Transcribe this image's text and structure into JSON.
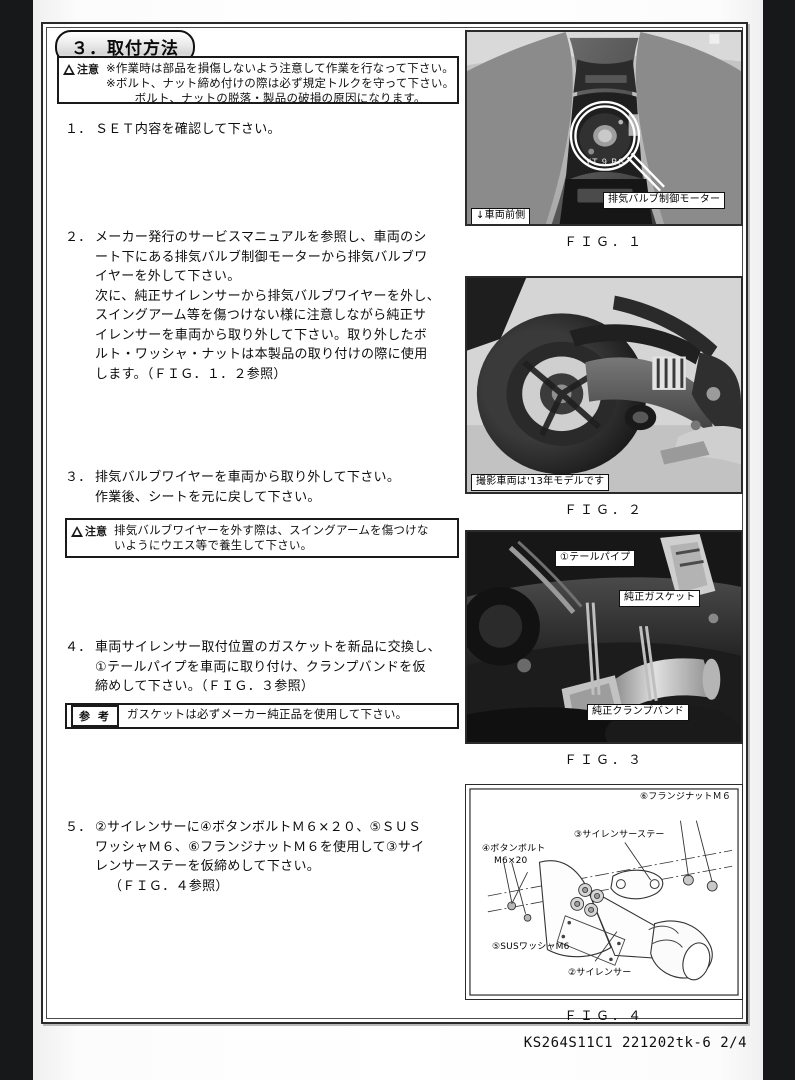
{
  "document": {
    "section_title": "３．取付方法",
    "footer_code": "KS264S11C1 221202tk-6 2/4"
  },
  "top_caution": {
    "tag": "注意",
    "lines": [
      "※作業時は部品を損傷しないよう注意して作業を行なって下さい。",
      "※ボルト、ナット締め付けの際は必ず規定トルクを守って下さい。",
      "ボルト、ナットの脱落・製品の破損の原因になります。"
    ]
  },
  "steps": [
    {
      "number": "１．",
      "lines": [
        "ＳＥＴ内容を確認して下さい。"
      ]
    },
    {
      "number": "２．",
      "lines": [
        "メーカー発行のサービスマニュアルを参照し、車両のシ",
        "ート下にある排気バルブ制御モーターから排気バルブワ",
        "イヤーを外して下さい。",
        "次に、純正サイレンサーから排気バルブワイヤーを外し、",
        "スイングアーム等を傷つけない様に注意しながら純正サ",
        "イレンサーを車両から取り外して下さい。取り外したボ",
        "ルト・ワッシャ・ナットは本製品の取り付けの際に使用",
        "します。（ＦＩＧ．１．２参照）"
      ]
    },
    {
      "number": "３．",
      "lines": [
        "排気バルブワイヤーを車両から取り外して下さい。",
        "作業後、シートを元に戻して下さい。"
      ]
    },
    {
      "number": "４．",
      "lines": [
        "車両サイレンサー取付位置のガスケットを新品に交換し、",
        "①テールパイプを車両に取り付け、クランプバンドを仮",
        "締めして下さい。（ＦＩＧ．３参照）"
      ]
    },
    {
      "number": "５．",
      "lines": [
        "②サイレンサーに④ボタンボルトＭ６×２０、⑤ＳＵＳ",
        "ワッシャＭ６、⑥フランジナットＭ６を使用して③サイ",
        "レンサーステーを仮締めして下さい。",
        "（ＦＩＧ．４参照）"
      ]
    }
  ],
  "step3_caution": {
    "tag": "注意",
    "lines": [
      "排気バルブワイヤーを外す際は、スイングアームを傷つけな",
      "いようにウエス等で養生して下さい。"
    ]
  },
  "step4_reference": {
    "tag": "参 考",
    "lines": [
      "ガスケットは必ずメーカー純正品を使用して下さい。"
    ]
  },
  "figures": [
    {
      "caption": "ＦＩＧ．１",
      "callouts": [
        {
          "text": "排気バルブ制御モーター"
        },
        {
          "text": "↓車両前側"
        }
      ]
    },
    {
      "caption": "ＦＩＧ．２",
      "callouts": [
        {
          "text": "撮影車両は'13年モデルです"
        }
      ]
    },
    {
      "caption": "ＦＩＧ．３",
      "callouts": [
        {
          "text": "①テールパイプ"
        },
        {
          "text": "純正ガスケット"
        },
        {
          "text": "純正クランプバンド"
        }
      ]
    },
    {
      "caption": "ＦＩＧ．４",
      "callouts": [
        {
          "text": "⑥フランジナットＭ６"
        },
        {
          "text": "③サイレンサーステー"
        },
        {
          "text": "④ボタンボルト"
        },
        {
          "text": "M6×20"
        },
        {
          "text": "⑤SUSワッシャM6"
        },
        {
          "text": "②サイレンサー"
        }
      ]
    }
  ]
}
